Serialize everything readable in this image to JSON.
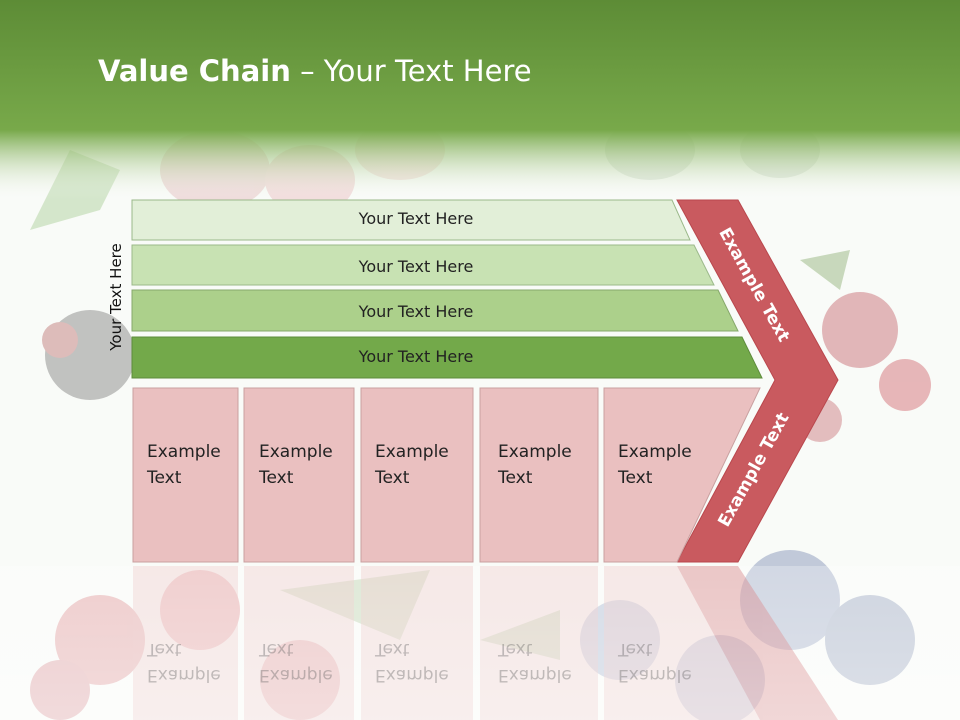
{
  "title": {
    "bold": "Value Chain",
    "rest": " – Your Text Here"
  },
  "side_label": "Your Text Here",
  "bars": [
    {
      "label": "Your Text Here",
      "color": "#e2efd8"
    },
    {
      "label": "Your Text Here",
      "color": "#c8e2b3"
    },
    {
      "label": "Your Text Here",
      "color": "#acd08b"
    },
    {
      "label": "Your Text Here",
      "color": "#73a94a"
    }
  ],
  "boxes": [
    {
      "line1": "Example",
      "line2": "Text"
    },
    {
      "line1": "Example",
      "line2": "Text"
    },
    {
      "line1": "Example",
      "line2": "Text"
    },
    {
      "line1": "Example",
      "line2": "Text"
    },
    {
      "line1": "Example",
      "line2": "Text"
    }
  ],
  "arrow": {
    "upper_label": "Example Text",
    "lower_label": "Example Text"
  },
  "colors": {
    "header_green": "#6f9f3f",
    "box_pink": "#eac0c0",
    "arrow_red": "#c95a5f",
    "text_dark": "#222222"
  }
}
